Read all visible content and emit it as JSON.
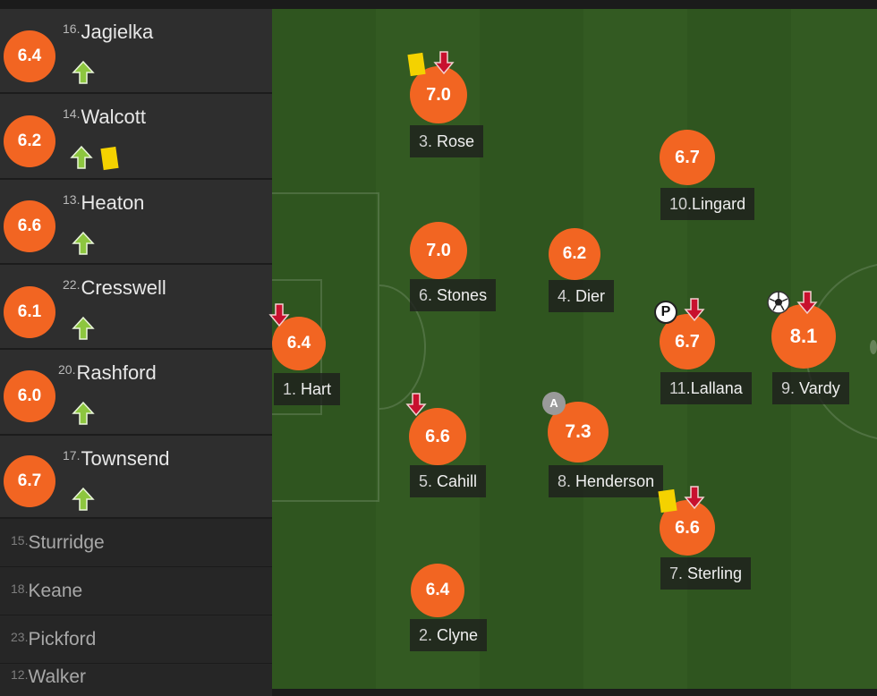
{
  "colors": {
    "rating": "#f26522",
    "arrow_up": "#8dc63f",
    "arrow_down": "#c8102e",
    "yellow_card": "#f4d200",
    "pitch_dark": "#2f551f",
    "pitch_light": "#335a22"
  },
  "bench": {
    "substitutes": [
      {
        "num": "16.",
        "name": "Jagielka",
        "rating": "6.4",
        "icons": [
          "sub-on-arrow-icon"
        ]
      },
      {
        "num": "14.",
        "name": "Walcott",
        "rating": "6.2",
        "icons": [
          "sub-on-arrow-icon",
          "yellow-card-icon"
        ]
      },
      {
        "num": "13.",
        "name": "Heaton",
        "rating": "6.6",
        "icons": [
          "sub-on-arrow-icon"
        ]
      },
      {
        "num": "22.",
        "name": "Cresswell",
        "rating": "6.1",
        "icons": [
          "sub-on-arrow-icon"
        ]
      },
      {
        "num": "20.",
        "name": "Rashford",
        "rating": "6.0",
        "icons": [
          "sub-on-arrow-icon"
        ]
      },
      {
        "num": "17.",
        "name": "Townsend",
        "rating": "6.7",
        "icons": [
          "sub-on-arrow-icon"
        ]
      }
    ],
    "unused": [
      {
        "num": "15.",
        "name": "Sturridge"
      },
      {
        "num": "18.",
        "name": "Keane"
      },
      {
        "num": "23.",
        "name": "Pickford"
      },
      {
        "num": "12.",
        "name": "Walker"
      }
    ]
  },
  "lineup": [
    {
      "num": "1.",
      "name": "Hart",
      "rating": "6.4",
      "icons": [
        "sub-off-arrow-icon"
      ]
    },
    {
      "num": "3.",
      "name": "Rose",
      "rating": "7.0",
      "icons": [
        "yellow-card-icon",
        "sub-off-arrow-icon"
      ]
    },
    {
      "num": "6.",
      "name": "Stones",
      "rating": "7.0",
      "icons": []
    },
    {
      "num": "5.",
      "name": "Cahill",
      "rating": "6.6",
      "icons": [
        "sub-off-arrow-icon"
      ]
    },
    {
      "num": "2.",
      "name": "Clyne",
      "rating": "6.4",
      "icons": []
    },
    {
      "num": "4.",
      "name": "Dier",
      "rating": "6.2",
      "icons": []
    },
    {
      "num": "8.",
      "name": "Henderson",
      "rating": "7.3",
      "icons": [
        "captain-icon"
      ],
      "captain_badge": "A"
    },
    {
      "num": "10.",
      "name": "Lingard",
      "rating": "6.7",
      "icons": []
    },
    {
      "num": "11.",
      "name": "Lallana",
      "rating": "6.7",
      "icons": [
        "penalty-icon",
        "sub-off-arrow-icon"
      ],
      "penalty_badge": "P"
    },
    {
      "num": "7.",
      "name": "Sterling",
      "rating": "6.6",
      "icons": [
        "yellow-card-icon",
        "sub-off-arrow-icon"
      ]
    },
    {
      "num": "9.",
      "name": "Vardy",
      "rating": "8.1",
      "icons": [
        "goal-ball-icon",
        "sub-off-arrow-icon"
      ]
    }
  ]
}
